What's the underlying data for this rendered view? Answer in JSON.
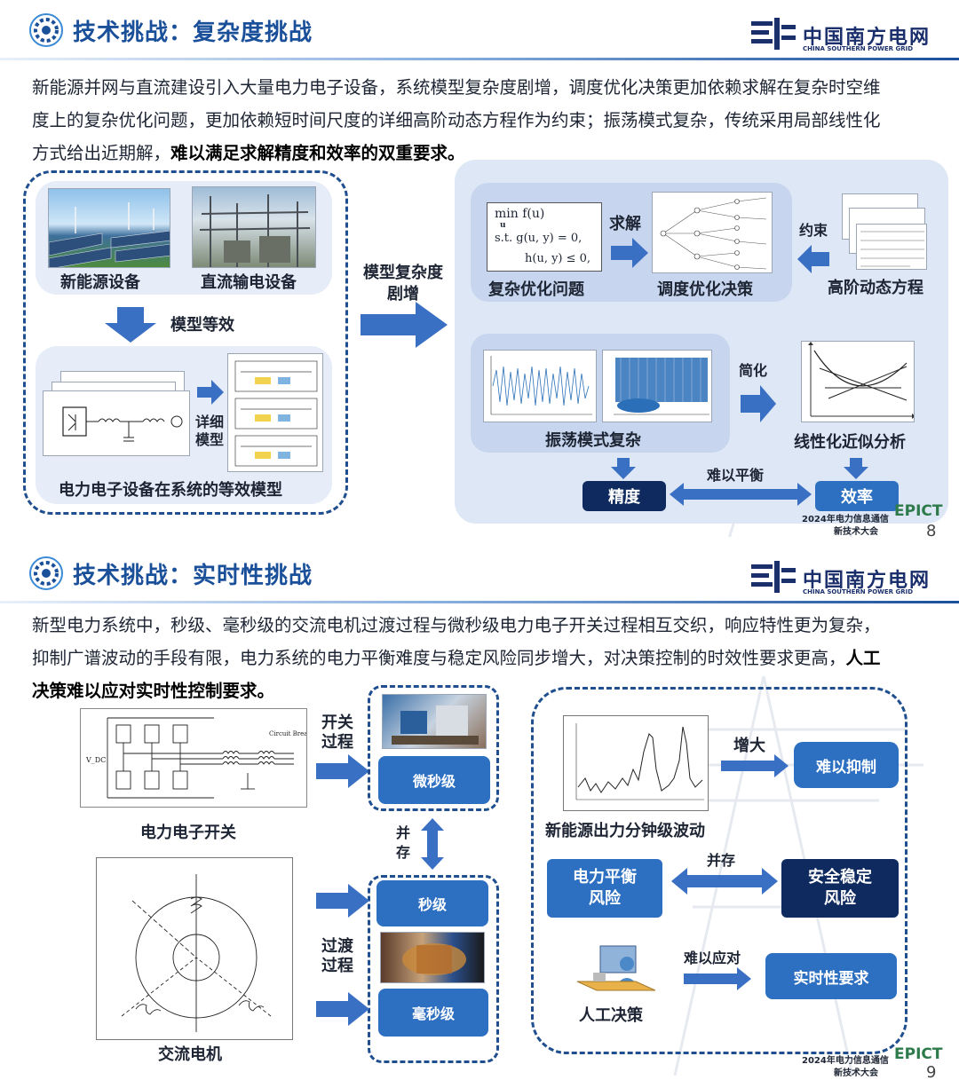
{
  "slide1": {
    "title": "技术挑战：复杂度挑战",
    "logo_cn": "中国南方电网",
    "logo_en": "CHINA SOUTHERN POWER GRID",
    "para_lines": [
      "新能源并网与直流建设引入大量电力电子设备，系统模型复杂度剧增，调度优化决策更加依赖求解在复杂时空维",
      "度上的复杂优化问题，更加依赖短时间尺度的详细高阶动态方程作为约束；振荡模式复杂，传统采用局部线性化"
    ],
    "para_line3_normal": "方式给出近期解，",
    "para_line3_bold": "难以满足求解精度和效率的双重要求。",
    "left": {
      "img1_label": "新能源设备",
      "img2_label": "直流输电设备",
      "equiv_label": "模型等效",
      "detail_label_1": "详细",
      "detail_label_2": "模型",
      "bottom_label": "电力电子设备在系统的等效模型"
    },
    "mid_arrow_label_1": "模型复杂度",
    "mid_arrow_label_2": "剧增",
    "right": {
      "opt_label": "复杂优化问题",
      "solve_label": "求解",
      "dispatch_label": "调度优化决策",
      "constraint_label": "约束",
      "highorder_label": "高阶动态方程",
      "eq_line1": "min f(u)",
      "eq_sub": "u",
      "eq_line2": "s.t.  g(u, y) = 0,",
      "eq_line3": "h(u, y) ≤ 0,",
      "osc_label": "振荡模式复杂",
      "simplify_label": "简化",
      "linear_label": "线性化近似分析",
      "balance_label": "难以平衡",
      "precision_label": "精度",
      "efficiency_label": "效率"
    },
    "footer_line1": "2024年电力信息通信",
    "footer_line2": "新技术大会",
    "epict": "EPICT",
    "page": "8"
  },
  "slide2": {
    "title": "技术挑战：实时性挑战",
    "logo_cn": "中国南方电网",
    "logo_en": "CHINA SOUTHERN POWER GRID",
    "para_line1": "新型电力系统中，秒级、毫秒级的交流电机过渡过程与微秒级电力电子开关过程相互交织，响应特性更为复杂，",
    "para_line2_normal": "抑制广谱波动的手段有限，电力系统的电力平衡难度与稳定风险同步增大，对决策控制的时效性要求更高，",
    "para_line2_bold": "人工",
    "para_line3_bold": "决策难以应对实时性控制要求。",
    "left": {
      "switch_label": "电力电子开关",
      "switch_proc_1": "开关",
      "switch_proc_2": "过程",
      "micro_label": "微秒级",
      "coexist_1": "并",
      "coexist_2": "存",
      "second_label": "秒级",
      "trans_1": "过渡",
      "trans_2": "过程",
      "milli_label": "毫秒级",
      "motor_label": "交流电机",
      "circuit_breaker": "Circuit Breaker",
      "vdc": "V_DC"
    },
    "right": {
      "fluct_label": "新能源出力分钟级波动",
      "increase_label": "增大",
      "hard_suppress": "难以抑制",
      "coexist_label": "并存",
      "balance_risk_1": "电力平衡",
      "balance_risk_2": "风险",
      "safety_risk_1": "安全稳定",
      "safety_risk_2": "风险",
      "manual_label": "人工决策",
      "hard_cope": "难以应对",
      "realtime_label": "实时性要求"
    },
    "footer_line1": "2024年电力信息通信",
    "footer_line2": "新技术大会",
    "epict": "EPICT",
    "page": "9"
  },
  "colors": {
    "title_blue": "#1a4f9a",
    "dark_navy": "#0f2a5e",
    "mid_blue": "#2d6fc0",
    "arrow_blue": "#3a70c4",
    "dash_blue": "#1f4f8e"
  }
}
